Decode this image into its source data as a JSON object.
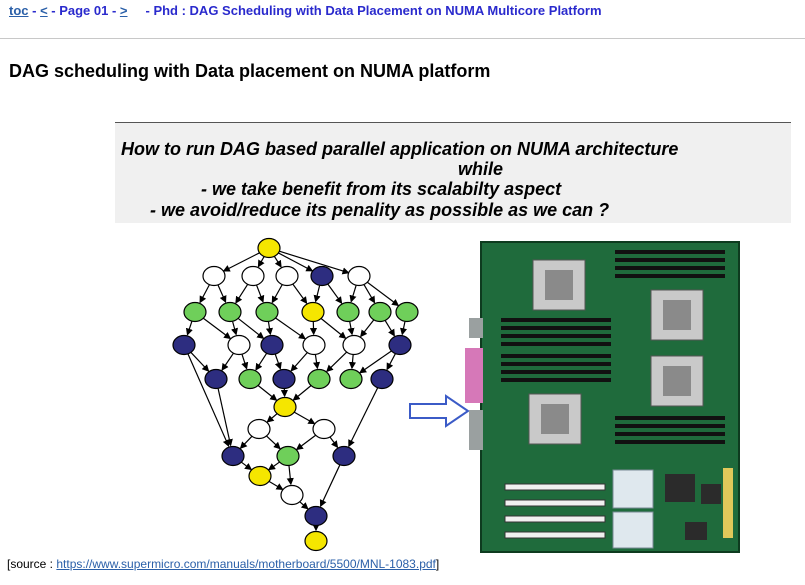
{
  "nav": {
    "toc": "toc",
    "sep1": " - ",
    "prev": "<",
    "page": " - Page 01 - ",
    "next": ">",
    "title": "- Phd : DAG Scheduling with Data Placement on NUMA Multicore Platform"
  },
  "page_title": "DAG scheduling with Data placement on NUMA platform",
  "question": {
    "line1": "How to run DAG based parallel application on NUMA architecture",
    "line2": "while",
    "line3": "- we take benefit from its scalabilty aspect",
    "line4": "- we avoid/reduce its penality as possible as we can ?"
  },
  "source": {
    "prefix": "[source : ",
    "link": "https://www.supermicro.com/manuals/motherboard/5500/MNL-1083.pdf",
    "suffix": "]"
  },
  "colors": {
    "yellow": "#f5e600",
    "green": "#6fcf5a",
    "navy": "#2d2d80",
    "white": "#ffffff",
    "pcb": "#1f6b3c",
    "arrow": "#3b5bc7"
  }
}
